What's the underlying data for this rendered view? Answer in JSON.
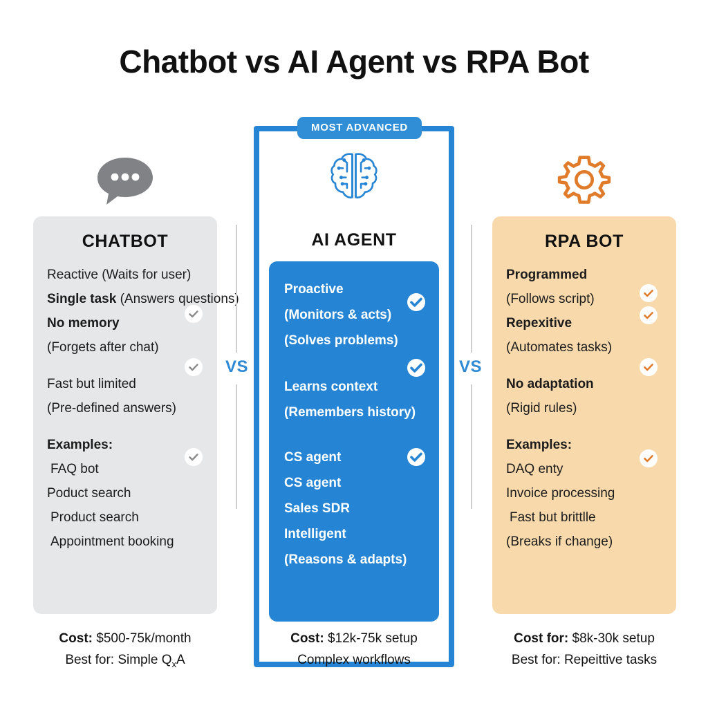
{
  "title": "Chatbot vs AI Agent vs RPA Bot",
  "separator_label": "VS",
  "badge": {
    "label": "MOST ADVANCED"
  },
  "colors": {
    "accent_blue": "#2585d4",
    "badge_blue": "#2f8ed6",
    "chatbot_card": "#e6e7e8",
    "rpa_card": "#f8d9ab",
    "rpa_accent": "#e07b2a",
    "chatbot_icon": "#808285",
    "check_gray": "#8a8a8a",
    "divider_gray": "#cfcfcf",
    "background": "#ffffff"
  },
  "columns": {
    "chatbot": {
      "icon": "chat-bubble-icon",
      "heading": "CHATBOT",
      "lines": [
        {
          "text": "Reactive (Waits for user)",
          "bold": false
        },
        {
          "text": "Single task",
          "suffix": " (Answers questions)",
          "bold": true
        },
        {
          "text": "No memory",
          "bold": true
        },
        {
          "text": "(Forgets after chat)",
          "bold": false
        },
        {
          "text": "",
          "spacer": true
        },
        {
          "text": "Fast but limited",
          "bold": false
        },
        {
          "text": "(Pre-defined answers)",
          "bold": false
        },
        {
          "text": "",
          "spacer": true
        },
        {
          "text": "Examples:",
          "bold": true
        },
        {
          "text": "FAQ bot",
          "bold": false
        },
        {
          "text": "Poduct search",
          "bold": false
        },
        {
          "text": "Product search",
          "bold": false
        },
        {
          "text": "Appointment booking",
          "bold": false
        }
      ],
      "footer": {
        "cost_label": "Cost:",
        "cost_value": " $500-75k/month",
        "best_label": "Best for: Simple Q",
        "best_sub": "x",
        "best_tail": "A"
      }
    },
    "agent": {
      "icon": "brain-icon",
      "heading": "AI AGENT",
      "lines": [
        {
          "text": "Proactive"
        },
        {
          "text": "(Monitors & acts)"
        },
        {
          "text": "(Solves problems)"
        },
        {
          "text": "",
          "spacer": true
        },
        {
          "text": "Learns context"
        },
        {
          "text": "(Remembers history)"
        },
        {
          "text": "",
          "spacer": true
        },
        {
          "text": "CS agent"
        },
        {
          "text": "CS agent"
        },
        {
          "text": "Sales SDR"
        },
        {
          "text": "Intelligent"
        },
        {
          "text": "(Reasons & adapts)"
        }
      ],
      "footer": {
        "cost_label": "Cost:",
        "cost_value": " $12k-75k setup",
        "best_label": "Complex workflows"
      }
    },
    "rpa": {
      "icon": "gear-icon",
      "heading": "RPA BOT",
      "lines": [
        {
          "text": "Programmed",
          "bold": true
        },
        {
          "text": "(Follows script)",
          "bold": false
        },
        {
          "text": "Repexitive",
          "bold": true
        },
        {
          "text": "(Automates tasks)",
          "bold": false
        },
        {
          "text": "",
          "spacer": true
        },
        {
          "text": "No adaptation",
          "bold": true
        },
        {
          "text": "(Rigid rules)",
          "bold": false
        },
        {
          "text": "",
          "spacer": true
        },
        {
          "text": "Examples:",
          "bold": true
        },
        {
          "text": "DAQ enty",
          "bold": false
        },
        {
          "text": "Invoice processing",
          "bold": false
        },
        {
          "text": "Fast but brittlle",
          "bold": false
        },
        {
          "text": "(Breaks if change)",
          "bold": false
        }
      ],
      "footer": {
        "cost_label": "Cost for:",
        "cost_value": " $8k-30k setup",
        "best_label": "Best for: Repeittive tasks"
      }
    }
  }
}
